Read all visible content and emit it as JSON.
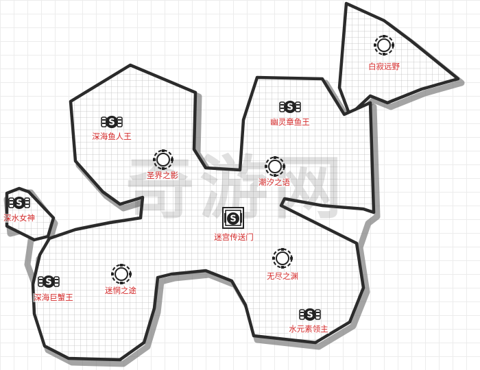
{
  "watermark": {
    "text": "奇游网"
  },
  "colors": {
    "label": "#d42a2a",
    "wall": "#2b2b2b",
    "grid": "#bdbdbd"
  },
  "legend_icons": {
    "boss": "shield-s-icon",
    "gate": "portal-s-icon",
    "area": "round-table-icon"
  },
  "map": {
    "bosses": [
      {
        "id": "shenhai-yurenwang",
        "label": "深海鱼人王",
        "icon": "shield-s-icon"
      },
      {
        "id": "youling-zhangyuwang",
        "label": "幽灵章鱼王",
        "icon": "shield-s-icon"
      },
      {
        "id": "shenshui-nvshen",
        "label": "深水女神",
        "icon": "shield-s-icon"
      },
      {
        "id": "shenhai-juxiewang",
        "label": "深海巨蟹王",
        "icon": "shield-s-icon"
      },
      {
        "id": "shuiyuan-suoqinzhu",
        "label": "水元素领主",
        "icon": "shield-s-icon"
      }
    ],
    "areas": [
      {
        "id": "baijiyuanye",
        "label": "白寂远野",
        "icon": "round-table-icon"
      },
      {
        "id": "shengjie-zhiying",
        "label": "圣界之影",
        "icon": "round-table-icon"
      },
      {
        "id": "chaoxi-zhiyu",
        "label": "潮汐之语",
        "icon": "round-table-icon"
      },
      {
        "id": "mizhang-zhitu",
        "label": "迷惘之途",
        "icon": "round-table-icon"
      },
      {
        "id": "wujin-zhiyuan",
        "label": "无尽之渊",
        "icon": "round-table-icon"
      }
    ],
    "portal": {
      "id": "migong-chuansongmen",
      "label": "迷宫传送门",
      "icon": "portal-s-icon"
    }
  }
}
